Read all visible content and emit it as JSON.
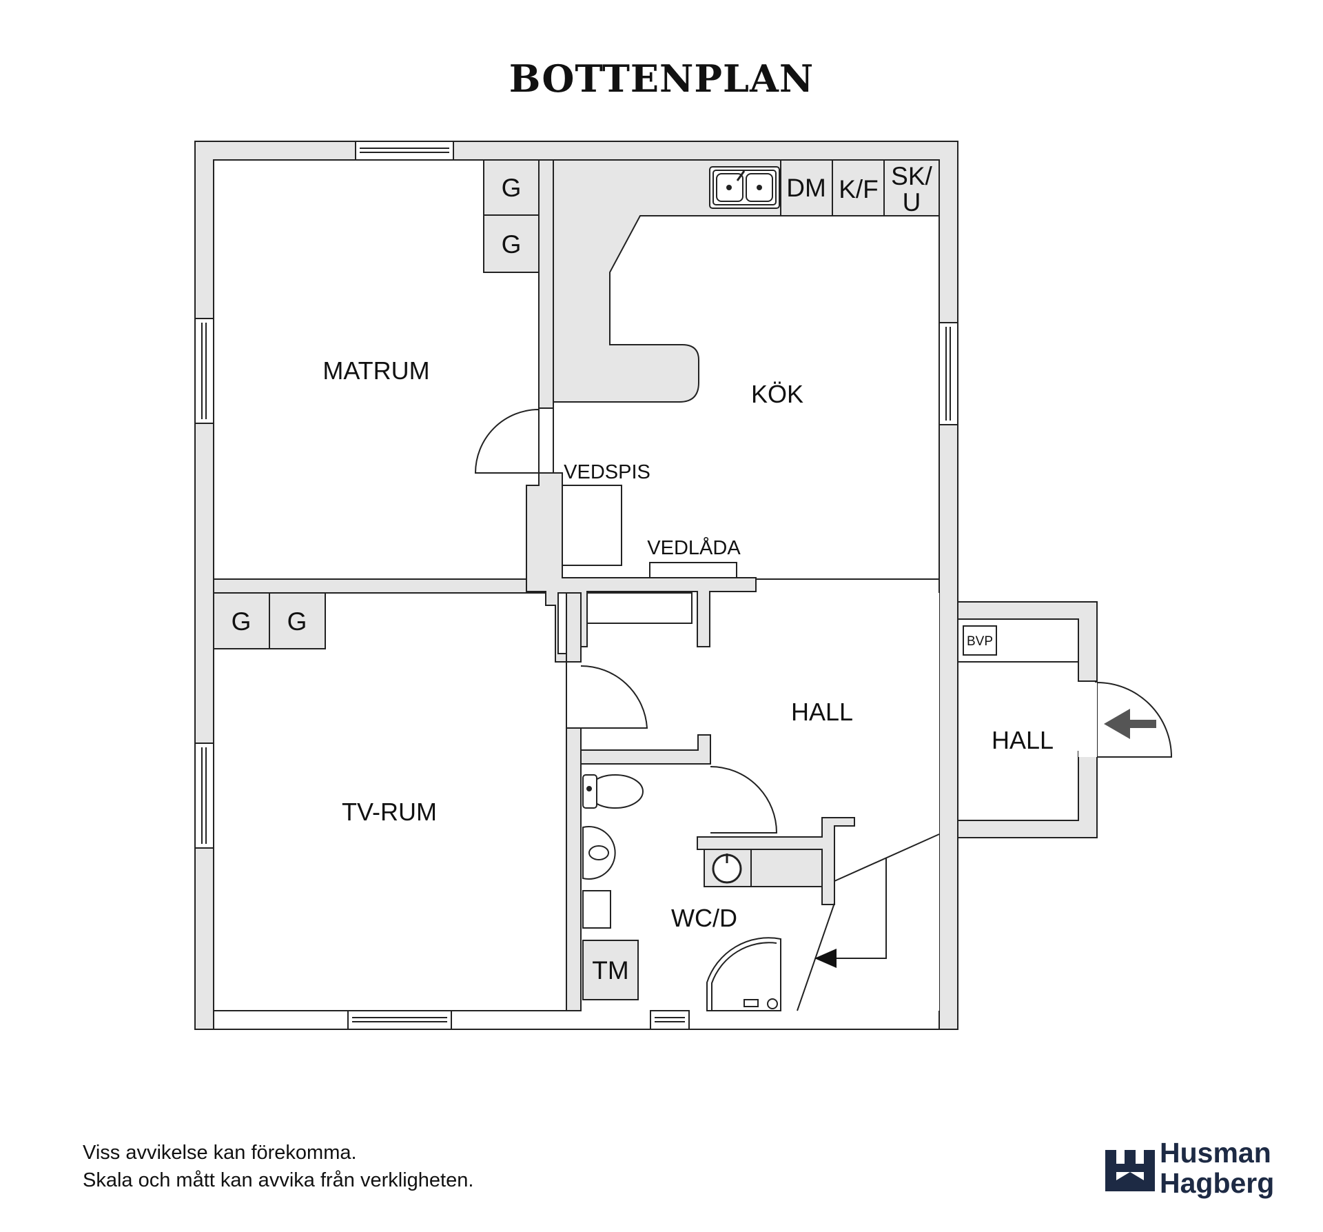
{
  "title": "BOTTENPLAN",
  "rooms": {
    "matrum": "MATRUM",
    "kok": "KÖK",
    "tv_rum": "TV-RUM",
    "hall_main": "HALL",
    "hall_entry": "HALL",
    "wc": "WC/D"
  },
  "fixtures": {
    "vedspis": "VEDSPIS",
    "vedlada": "VEDLÅDA",
    "wardrobe": "G",
    "dishwasher": "DM",
    "fridge_freezer": "K/F",
    "sk_u": [
      "SK/",
      "U"
    ],
    "heat_pump": "BVP",
    "washing_machine": "TM"
  },
  "disclaimer": [
    "Viss avvikelse kan förekomma.",
    "Skala och mått kan avvika från verkligheten."
  ],
  "logo": {
    "line1": "Husman",
    "line2": "Hagberg",
    "color": "#1d2a44"
  },
  "colors": {
    "wall": "#e6e6e6",
    "stroke": "#222222"
  }
}
